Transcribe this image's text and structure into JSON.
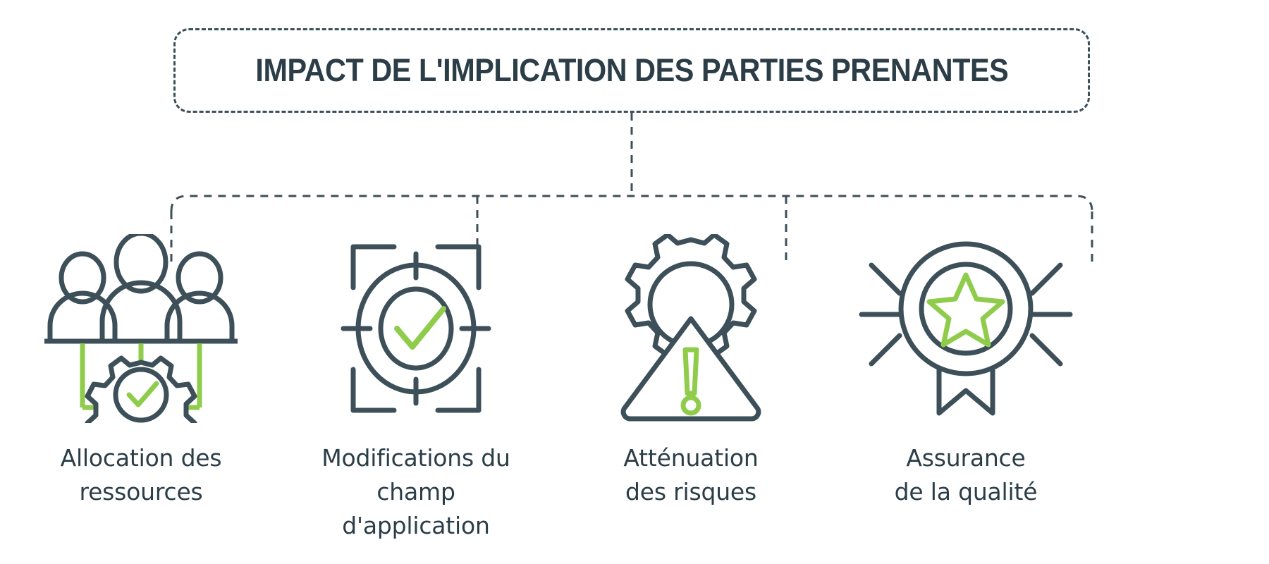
{
  "title": {
    "text": "IMPACT DE L'IMPLICATION DES PARTIES PRENANTES"
  },
  "colors": {
    "dark": "#3d4f58",
    "dark_text": "#2b3d47",
    "accent_green": "#8fcc4b",
    "background": "#ffffff"
  },
  "nodes": [
    {
      "label": "Allocation des\nressources",
      "icon": "people-group-gear-check-icon"
    },
    {
      "label": "Modifications du\nchamp d'application",
      "icon": "target-crosshair-check-icon"
    },
    {
      "label": "Atténuation\ndes risques",
      "icon": "gear-warning-triangle-icon"
    },
    {
      "label": "Assurance\nde la qualité",
      "icon": "award-medal-star-icon"
    }
  ]
}
